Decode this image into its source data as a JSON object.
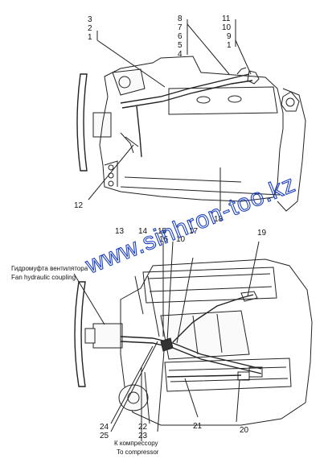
{
  "diagram": {
    "top_view": {
      "callouts_left": [
        "3",
        "2",
        "1"
      ],
      "callouts_mid": [
        "8",
        "7",
        "6",
        "5",
        "4"
      ],
      "callouts_right": [
        "11",
        "10",
        "9",
        "1"
      ],
      "label_12": "12",
      "label_18": "18"
    },
    "bottom_view": {
      "label_13": "13",
      "label_14": "14",
      "label_15": "15",
      "label_16": "16",
      "label_10": "10",
      "label_17": "17",
      "label_19": "19",
      "label_24": "24",
      "label_25": "25",
      "label_22": "22",
      "label_23": "23",
      "label_21": "21",
      "label_20": "20",
      "fan_coupling_ru": "Гидромуфта вентилятора",
      "fan_coupling_en": "Fan hydraulic coupling",
      "compressor_ru": "К компрессору",
      "compressor_en": "To compressor"
    },
    "watermark": "www.sinhron-too.kz"
  }
}
